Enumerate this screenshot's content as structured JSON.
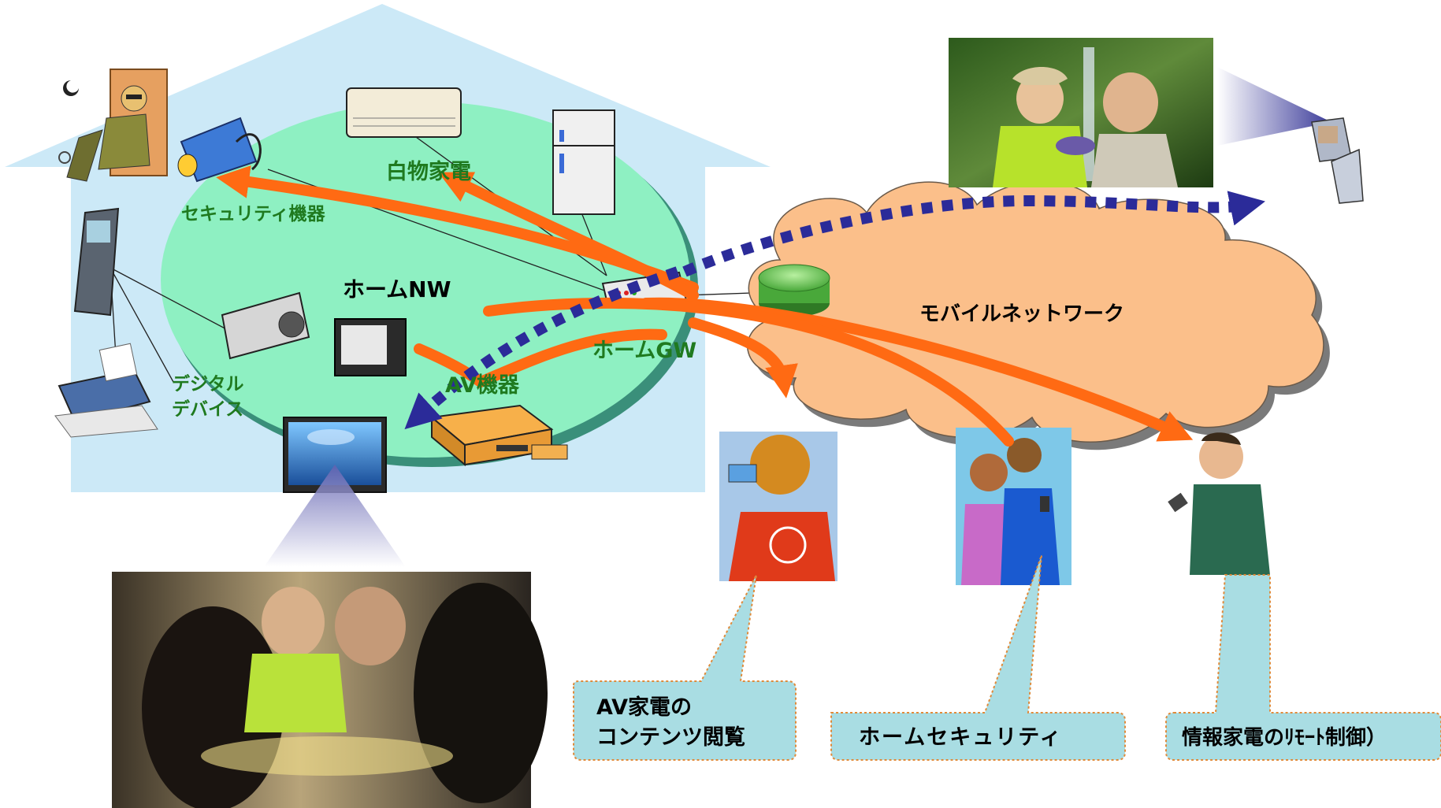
{
  "labels": {
    "white_goods": "白物家電",
    "security_devices": "セキュリティ機器",
    "home_nw": "ホームNW",
    "home_gw": "ホームGW",
    "av_devices": "AV機器",
    "digital_devices_line1": "デジタル",
    "digital_devices_line2": "デバイス",
    "mobile_network": "モバイルネットワーク"
  },
  "callouts": {
    "av_content_line1": "AV家電の",
    "av_content_line2": "コンテンツ閲覧",
    "home_security": "ホームセキュリティ",
    "remote_control": "情報家電のﾘﾓｰﾄ制御）"
  },
  "colors": {
    "house": "#cce9f7",
    "home_network": "#8ef0c2",
    "mobile_cloud": "#fbbf8a",
    "orange_arrow": "#ff6a13",
    "dotted_arrow": "#2b2b99",
    "callout": "#a9dde3",
    "label_green": "#1f7a1f"
  }
}
